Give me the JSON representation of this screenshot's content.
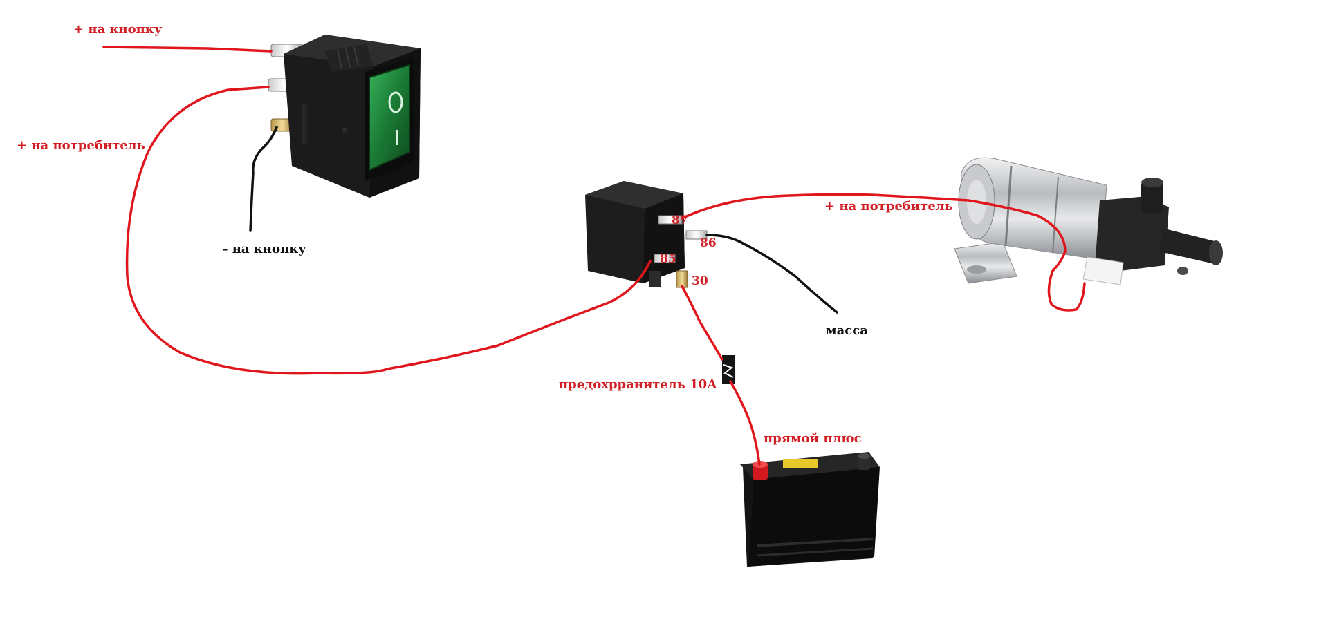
{
  "labels": {
    "plus_to_button": "+ на кнопку",
    "plus_to_consumer_left": "+ на потребитель",
    "minus_to_button": "- на кнопку",
    "plus_to_consumer_right": "+ на потребитель",
    "ground": "масса",
    "fuse": "предохрранитель 10А",
    "direct_plus": "прямой плюс"
  },
  "relay_pins": {
    "p87": "87",
    "p86": "86",
    "p85": "85",
    "p30": "30"
  },
  "colors": {
    "positive_wire": "#e0161c",
    "ground_wire": "#111111",
    "label_red": "#d11f25",
    "label_black": "#111111",
    "switch_rocker": "#1f8a3e"
  },
  "icons": {
    "switch": "rocker-switch-icon",
    "relay": "relay-icon",
    "pump": "water-pump-icon",
    "battery": "battery-icon",
    "fuse": "fuse-icon"
  }
}
